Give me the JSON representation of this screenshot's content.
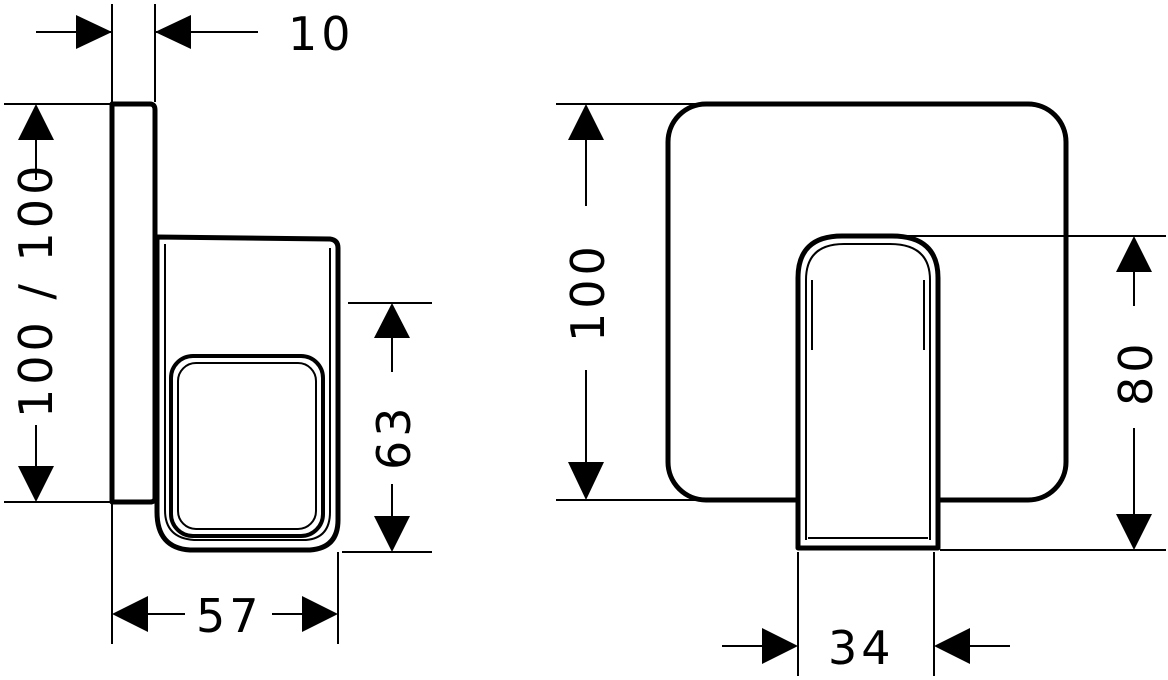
{
  "dimensions": {
    "side_view": {
      "plate_thickness": "10",
      "height": "100 / 100",
      "lever_height": "63",
      "depth": "57"
    },
    "front_view": {
      "height": "100",
      "lever_height": "80",
      "lever_width": "34"
    }
  },
  "colors": {
    "line": "#000000",
    "background": "#ffffff"
  }
}
